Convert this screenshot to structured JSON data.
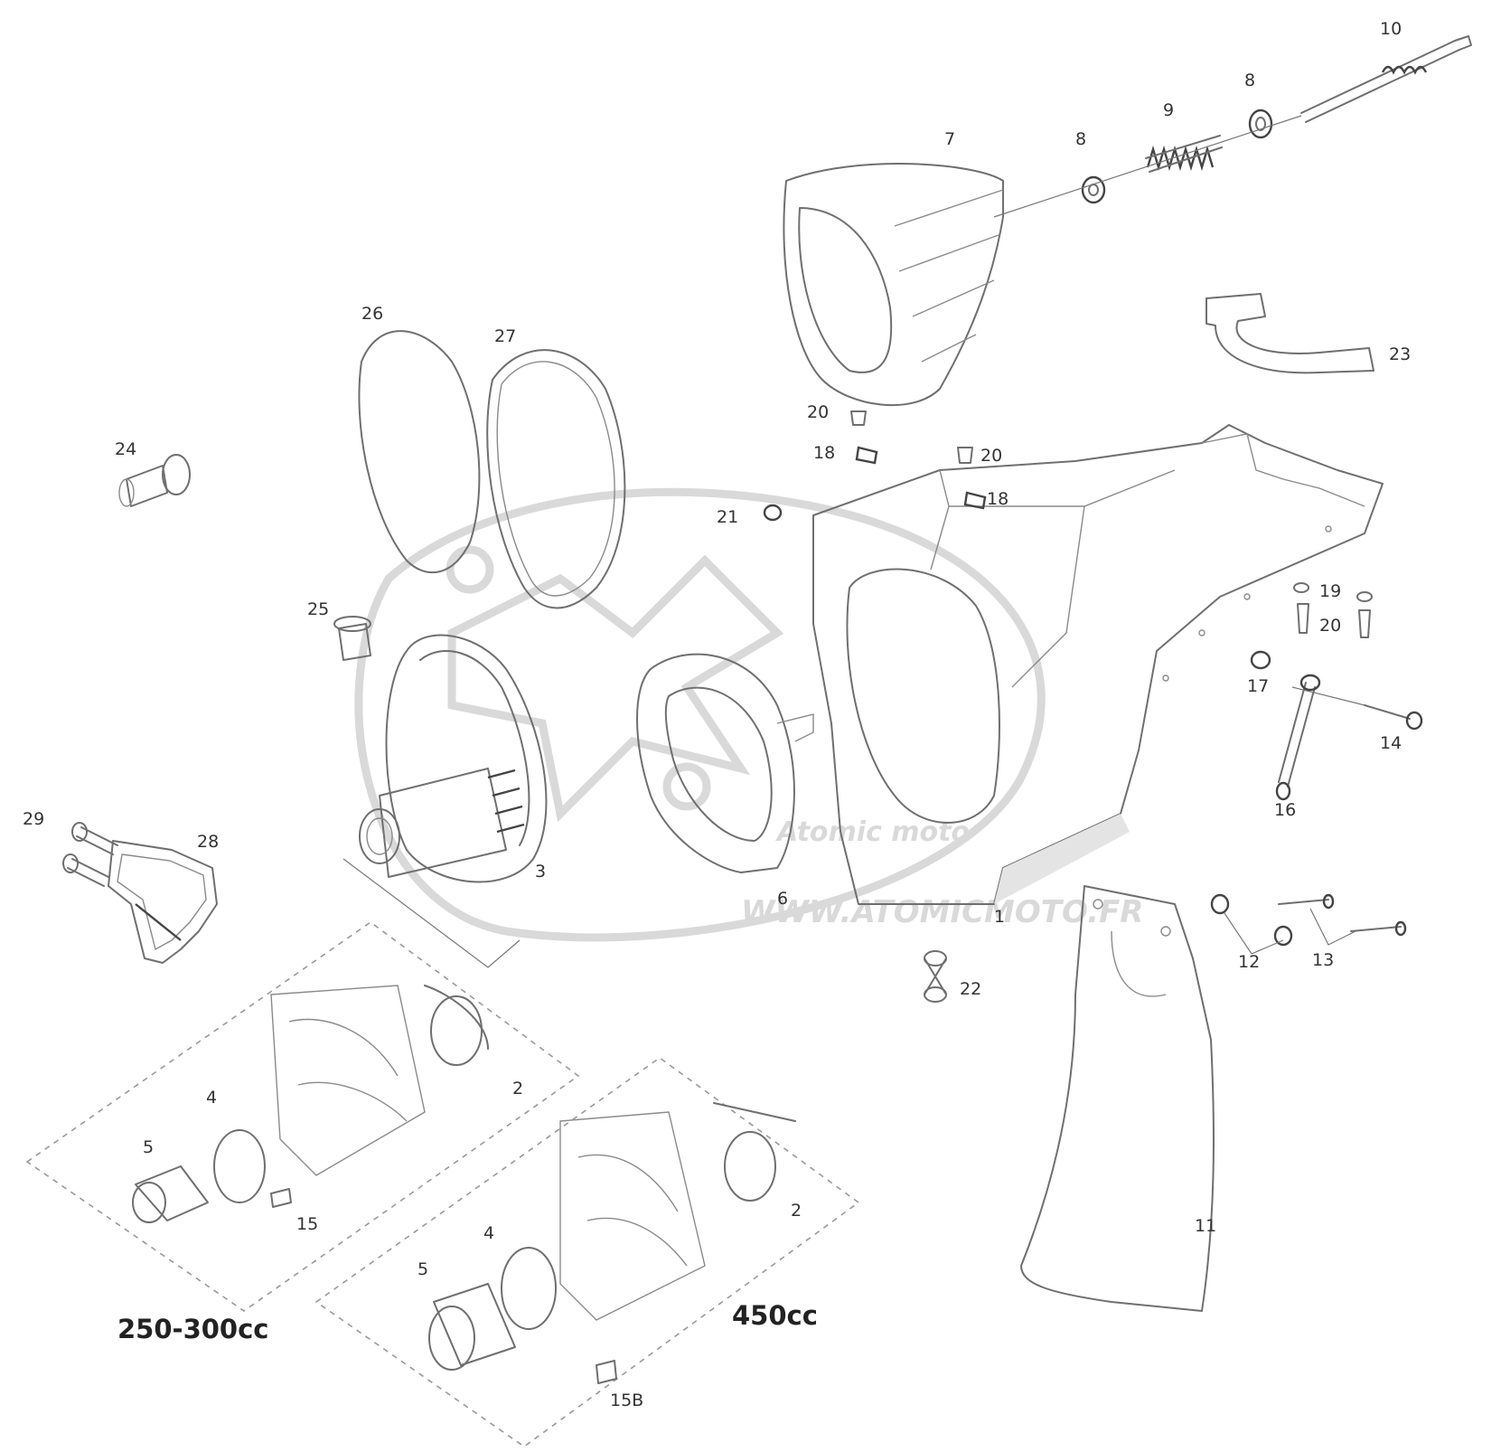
{
  "callouts": [
    "1",
    "2",
    "2",
    "3",
    "4",
    "4",
    "5",
    "5",
    "6",
    "7",
    "8",
    "8",
    "9",
    "10",
    "11",
    "12",
    "13",
    "14",
    "15",
    "15B",
    "16",
    "17",
    "18",
    "18",
    "19",
    "20",
    "20",
    "20",
    "21",
    "22",
    "23",
    "24",
    "25",
    "26",
    "27",
    "28",
    "29"
  ],
  "groups": {
    "left_label": "250-300cc",
    "right_label": "450cc"
  },
  "watermark": {
    "logo_text": "Atomic moto",
    "url_text": "WWW.ATOMICMOTO.FR"
  }
}
